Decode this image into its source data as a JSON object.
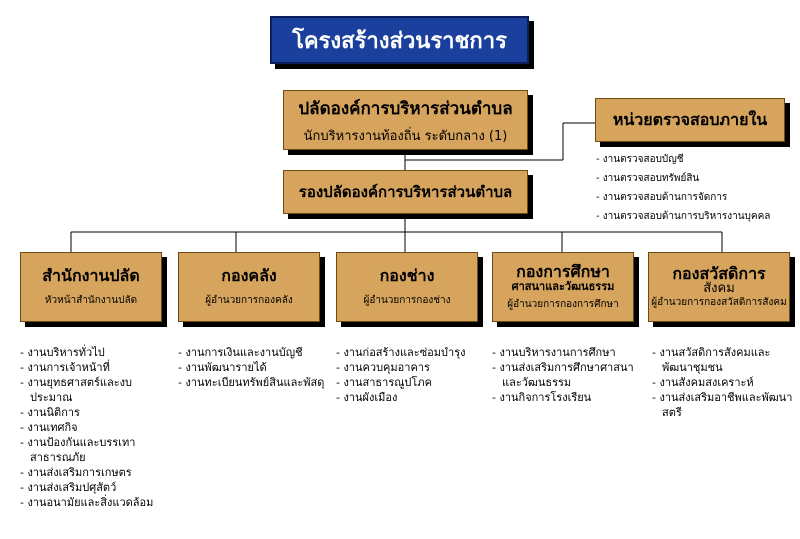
{
  "title": "โครงสร้างส่วนราชการ",
  "top": {
    "name": "ปลัดองค์การบริหารส่วนตำบล",
    "position": "นักบริหารงานท้องถิ่น ระดับกลาง (1)"
  },
  "audit": {
    "name": "หน่วยตรวจสอบภายใน",
    "items": [
      "- งานตรวจสอบบัญชี",
      "- งานตรวจสอบทรัพย์สิน",
      "- งานตรวจสอบด้านการจัดการ",
      "- งานตรวจสอบด้านการบริหารงานบุคคล"
    ]
  },
  "deputy": {
    "name": "รองปลัดองค์การบริหารส่วนตำบล"
  },
  "divisions": [
    {
      "name": "สำนักงานปลัด",
      "head": "หัวหน้าสำนักงานปลัด",
      "tasks": [
        "- งานบริหารทั่วไป",
        "- งานการเจ้าหน้าที่",
        "- งานยุทธศาสตร์และงบประมาณ",
        "- งานนิติการ",
        "- งานเทศกิจ",
        "- งานป้องกันและบรรเทาสาธารณภัย",
        "- งานส่งเสริมการเกษตร",
        "- งานส่งเสริมปศุสัตว์",
        "- งานอนามัยและสิ่งแวดล้อม"
      ]
    },
    {
      "name": "กองคลัง",
      "head": "ผู้อำนวยการกองคลัง",
      "tasks": [
        "- งานการเงินและงานบัญชี",
        "- งานพัฒนารายได้",
        "- งานทะเบียนทรัพย์สินและพัสดุ"
      ]
    },
    {
      "name": "กองช่าง",
      "head": "ผู้อำนวยการกองช่าง",
      "tasks": [
        "- งานก่อสร้างและซ่อมบำรุง",
        "- งานควบคุมอาคาร",
        "- งานสาธารณูปโภค",
        "- งานผังเมือง"
      ]
    },
    {
      "name": "กองการศึกษา",
      "name2": "ศาสนาและวัฒนธรรม",
      "head": "ผู้อำนวยการกองการศึกษา",
      "tasks": [
        "- งานบริหารงานการศึกษา",
        "- งานส่งเสริมการศึกษาศาสนาและวัฒนธรรม",
        "- งานกิจการโรงเรียน"
      ]
    },
    {
      "name": "กองสวัสดิการ",
      "name2": "สังคม",
      "head": "ผู้อำนวยการกองสวัสดิการสังคม",
      "tasks": [
        "- งานสวัสดิการสังคมและพัฒนาชุมชน",
        "- งานสังคมสงเคราะห์",
        "- งานส่งเสริมอาชีพและพัฒนาสตรี"
      ]
    }
  ]
}
